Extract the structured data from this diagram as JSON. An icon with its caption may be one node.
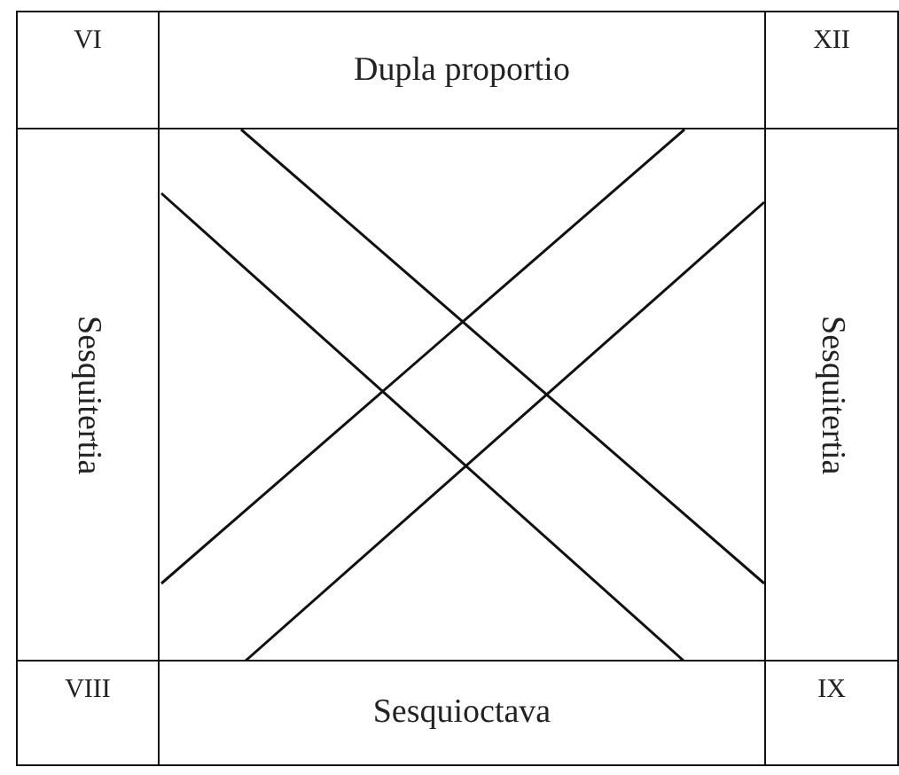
{
  "diagram": {
    "nodes": [
      {
        "text": [
          "VI"
        ]
      },
      {
        "text": [
          "Dupla proportio"
        ]
      },
      {
        "text": [
          "XII"
        ]
      },
      {
        "text": [
          "Sesquitertia"
        ]
      },
      {
        "text": [],
        "shape": "box"
      },
      {
        "text": [
          "Sesquitertia"
        ]
      },
      {
        "text": [
          "VIII"
        ]
      },
      {
        "text": [
          "Sesquioctava"
        ]
      },
      {
        "text": [
          "IX"
        ]
      }
    ]
  }
}
